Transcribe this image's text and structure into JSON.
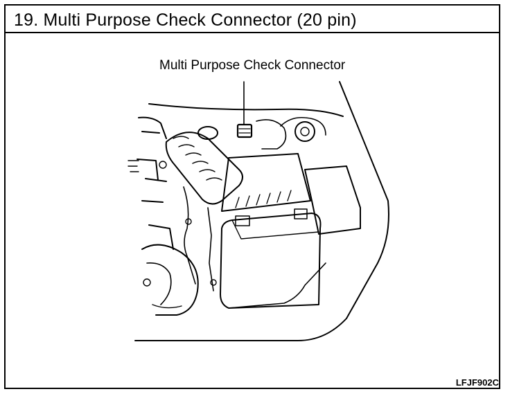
{
  "header": {
    "title": "19.  Multi Purpose Check Connector (20 pin)"
  },
  "diagram": {
    "callout_label": "Multi Purpose Check Connector",
    "figure_code": "LFJF902C"
  }
}
